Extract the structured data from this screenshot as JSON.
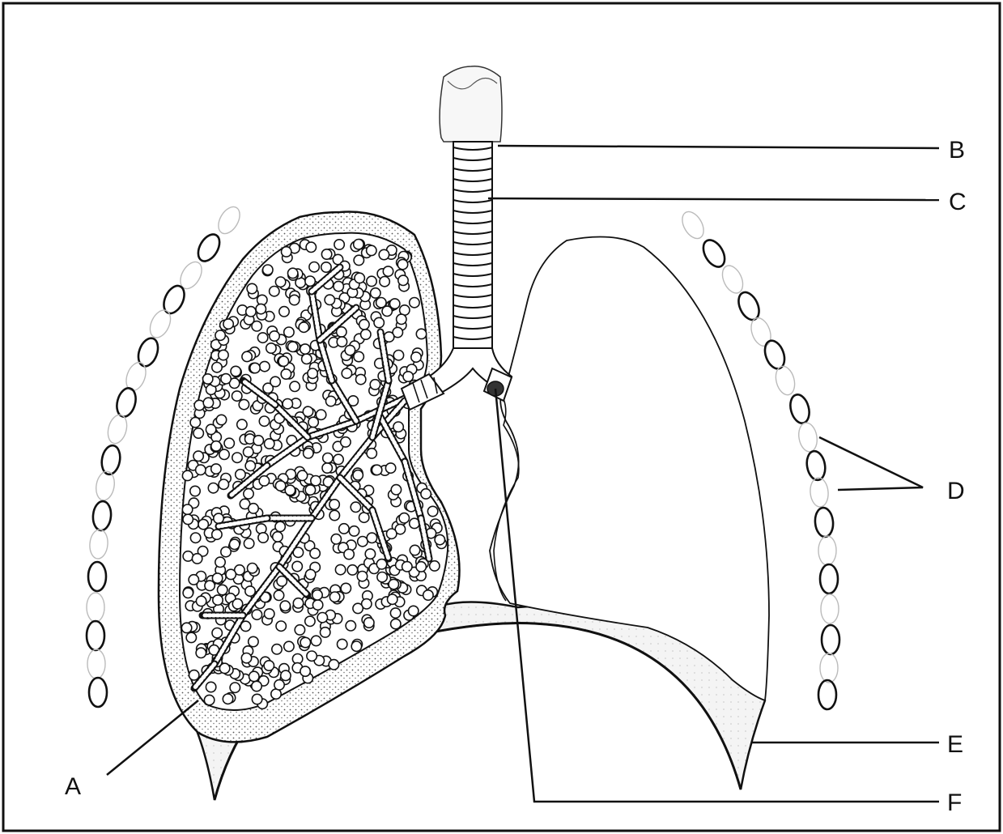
{
  "diagram": {
    "labels": {
      "A": "A",
      "B": "B",
      "C": "C",
      "D": "D",
      "E": "E",
      "F": "F"
    }
  },
  "colors": {
    "ink": "#111111",
    "stipple": "#7a7a7a",
    "pale": "#d9d9d9",
    "background": "#ffffff"
  }
}
